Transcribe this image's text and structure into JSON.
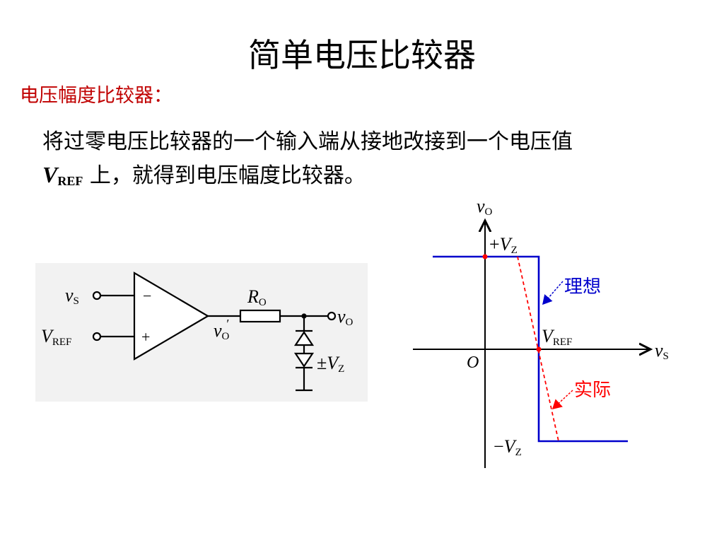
{
  "slide": {
    "title": "简单电压比较器",
    "subtitle": "电压幅度比较器：",
    "paragraph_line1": "将过零电压比较器的一个输入端从接地改接到一个电压值",
    "vref_main": "V",
    "vref_sub": "REF",
    "paragraph_line2_rest": " 上，就得到电压幅度比较器。"
  },
  "circuit": {
    "input_vs_main": "v",
    "input_vs_sub": "S",
    "input_vref_main": "V",
    "input_vref_sub": "REF",
    "minus_sign": "−",
    "plus_sign": "+",
    "resistor_main": "R",
    "resistor_sub": "O",
    "opamp_out_main": "v",
    "opamp_out_sub": "O",
    "opamp_out_prime": "′",
    "output_main": "v",
    "output_sub": "O",
    "zener_pm": "±",
    "zener_main": "V",
    "zener_sub": "Z"
  },
  "graph": {
    "y_axis_main": "v",
    "y_axis_sub": "O",
    "x_axis_main": "v",
    "x_axis_sub": "S",
    "origin": "O",
    "pos_level_sign": "+",
    "pos_level_main": "V",
    "pos_level_sub": "Z",
    "neg_level_sign": "−",
    "neg_level_main": "V",
    "neg_level_sub": "Z",
    "threshold_main": "V",
    "threshold_sub": "REF",
    "ideal_label": "理想",
    "actual_label": "实际",
    "colors": {
      "ideal": "#0000cc",
      "actual": "#ff0000",
      "axes": "#000000"
    }
  }
}
